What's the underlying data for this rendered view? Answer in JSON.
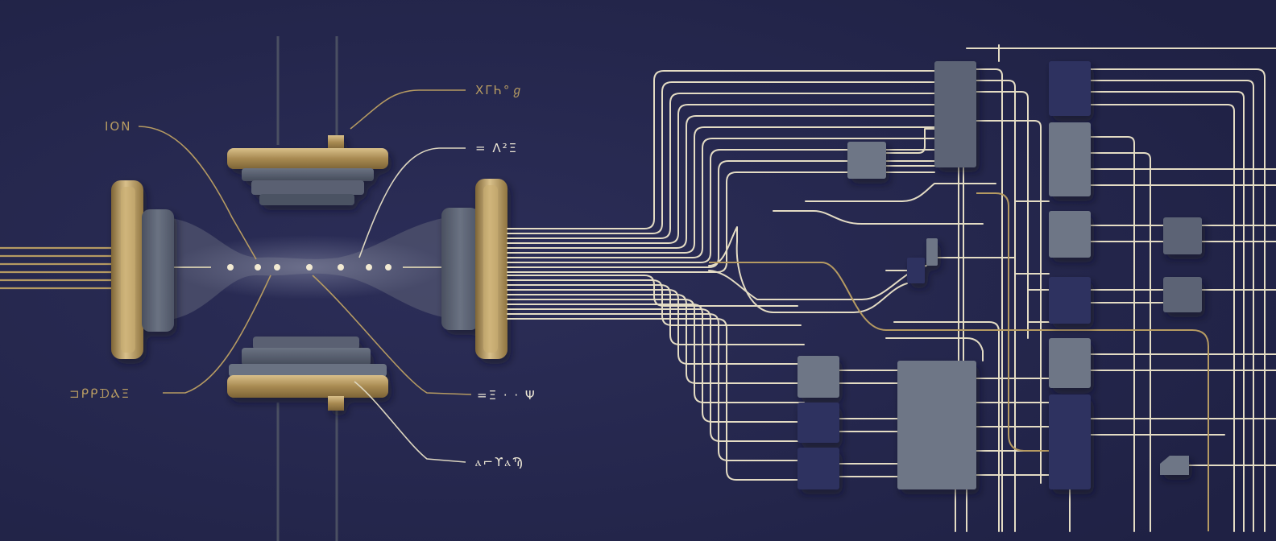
{
  "labels": {
    "ion": "ION",
    "top_right": "XΓҺ°ℊ",
    "right_upper": "= Ʌ²Ξ",
    "left_lower": "⊐ᑭᑭᗪⲀΞ",
    "right_lower": "=Ξ · · Ψ",
    "bottom_right": "ⲁ⌐ϒⲁϠ"
  },
  "colors": {
    "background": "#24264a",
    "gold": "#b59a62",
    "trace": "#e4dcc4",
    "slate": "#6e7686",
    "slate_dark": "#4c5364",
    "navy_block": "#2d3061",
    "ion": "#f2ead2"
  }
}
